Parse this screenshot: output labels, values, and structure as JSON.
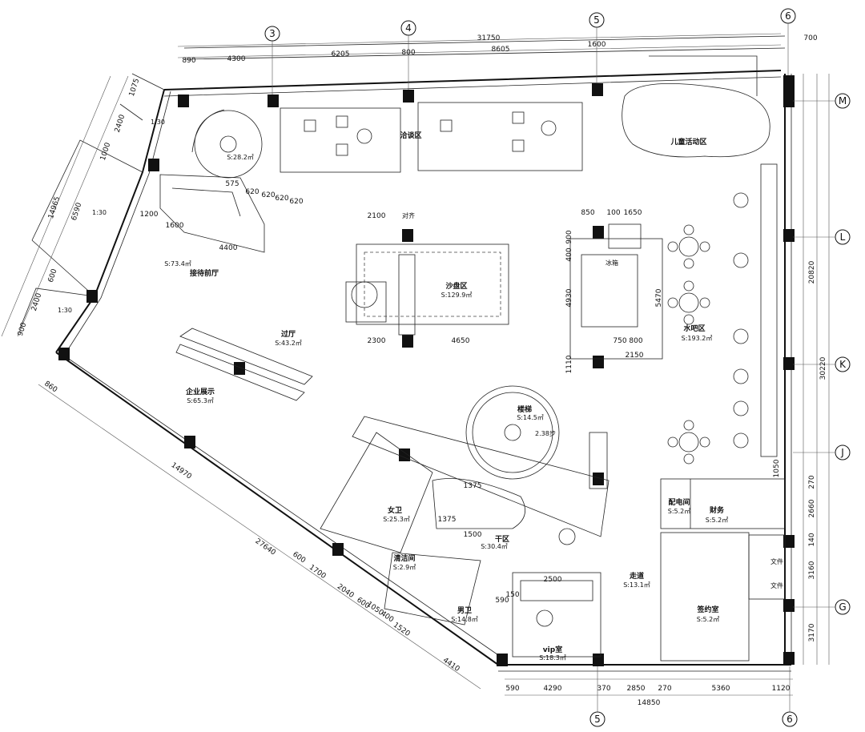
{
  "grid_axes": {
    "top": [
      "3",
      "4",
      "5",
      "6"
    ],
    "bottom": [
      "5",
      "6"
    ],
    "right": [
      "M",
      "L",
      "K",
      "J",
      "G"
    ]
  },
  "dimensions": {
    "top_total": "31750",
    "top": [
      "890",
      "4300",
      "6205",
      "800",
      "8605",
      "1600",
      "700"
    ],
    "bottom_total": "14850",
    "bottom": [
      "590",
      "4290",
      "370",
      "2850",
      "270",
      "5360",
      "1120"
    ],
    "right_total": "30220",
    "right": [
      "20820",
      "1050",
      "270",
      "2660",
      "140",
      "3160",
      "3170"
    ],
    "left": [
      "1075",
      "2400",
      "1000",
      "14965",
      "6590",
      "600",
      "2400",
      "900"
    ],
    "diagonal": [
      "860",
      "14970",
      "27640",
      "600",
      "1700",
      "2040",
      "600",
      "1050",
      "400",
      "1520",
      "4410"
    ],
    "reception": [
      "1200",
      "1600",
      "4400",
      "575",
      "620",
      "620",
      "620",
      "620"
    ],
    "sandtable": [
      "2100",
      "2300",
      "4650"
    ],
    "bar": [
      "850",
      "100",
      "1650",
      "900",
      "400",
      "4930",
      "5470",
      "1110",
      "750",
      "800",
      "2150"
    ],
    "restroom": [
      "1375",
      "1375",
      "1500"
    ],
    "vip": [
      "2500",
      "590",
      "150"
    ]
  },
  "rooms": [
    {
      "name": "",
      "area": "S:28.2㎡"
    },
    {
      "name": "洽谈区",
      "area": ""
    },
    {
      "name": "儿童活动区",
      "area": ""
    },
    {
      "name": "接待前厅",
      "area": "S:73.4㎡"
    },
    {
      "name": "沙盘区",
      "area": "S:129.9㎡"
    },
    {
      "name": "水吧区",
      "area": "S:193.2㎡"
    },
    {
      "name": "过厅",
      "area": "S:43.2㎡"
    },
    {
      "name": "企业展示",
      "area": "S:65.3㎡"
    },
    {
      "name": "楼梯",
      "area": "S:14.5㎡"
    },
    {
      "name": "女卫",
      "area": "S:25.3㎡"
    },
    {
      "name": "干区",
      "area": "S:30.4㎡"
    },
    {
      "name": "清洁间",
      "area": "S:2.9㎡"
    },
    {
      "name": "男卫",
      "area": "S:14.8㎡"
    },
    {
      "name": "vip室",
      "area": "S:18.3㎡"
    },
    {
      "name": "走道",
      "area": "S:13.1㎡"
    },
    {
      "name": "配电间",
      "area": "S:5.2㎡"
    },
    {
      "name": "财务",
      "area": "S:5.2㎡"
    },
    {
      "name": "签约室",
      "area": "S:5.2㎡"
    }
  ],
  "annotations": {
    "scale": "1:30",
    "wall_lable": "对齐",
    "stair_note": "2.38步",
    "bar_cabinet": "冰箱",
    "file_cabinet": "文件"
  }
}
